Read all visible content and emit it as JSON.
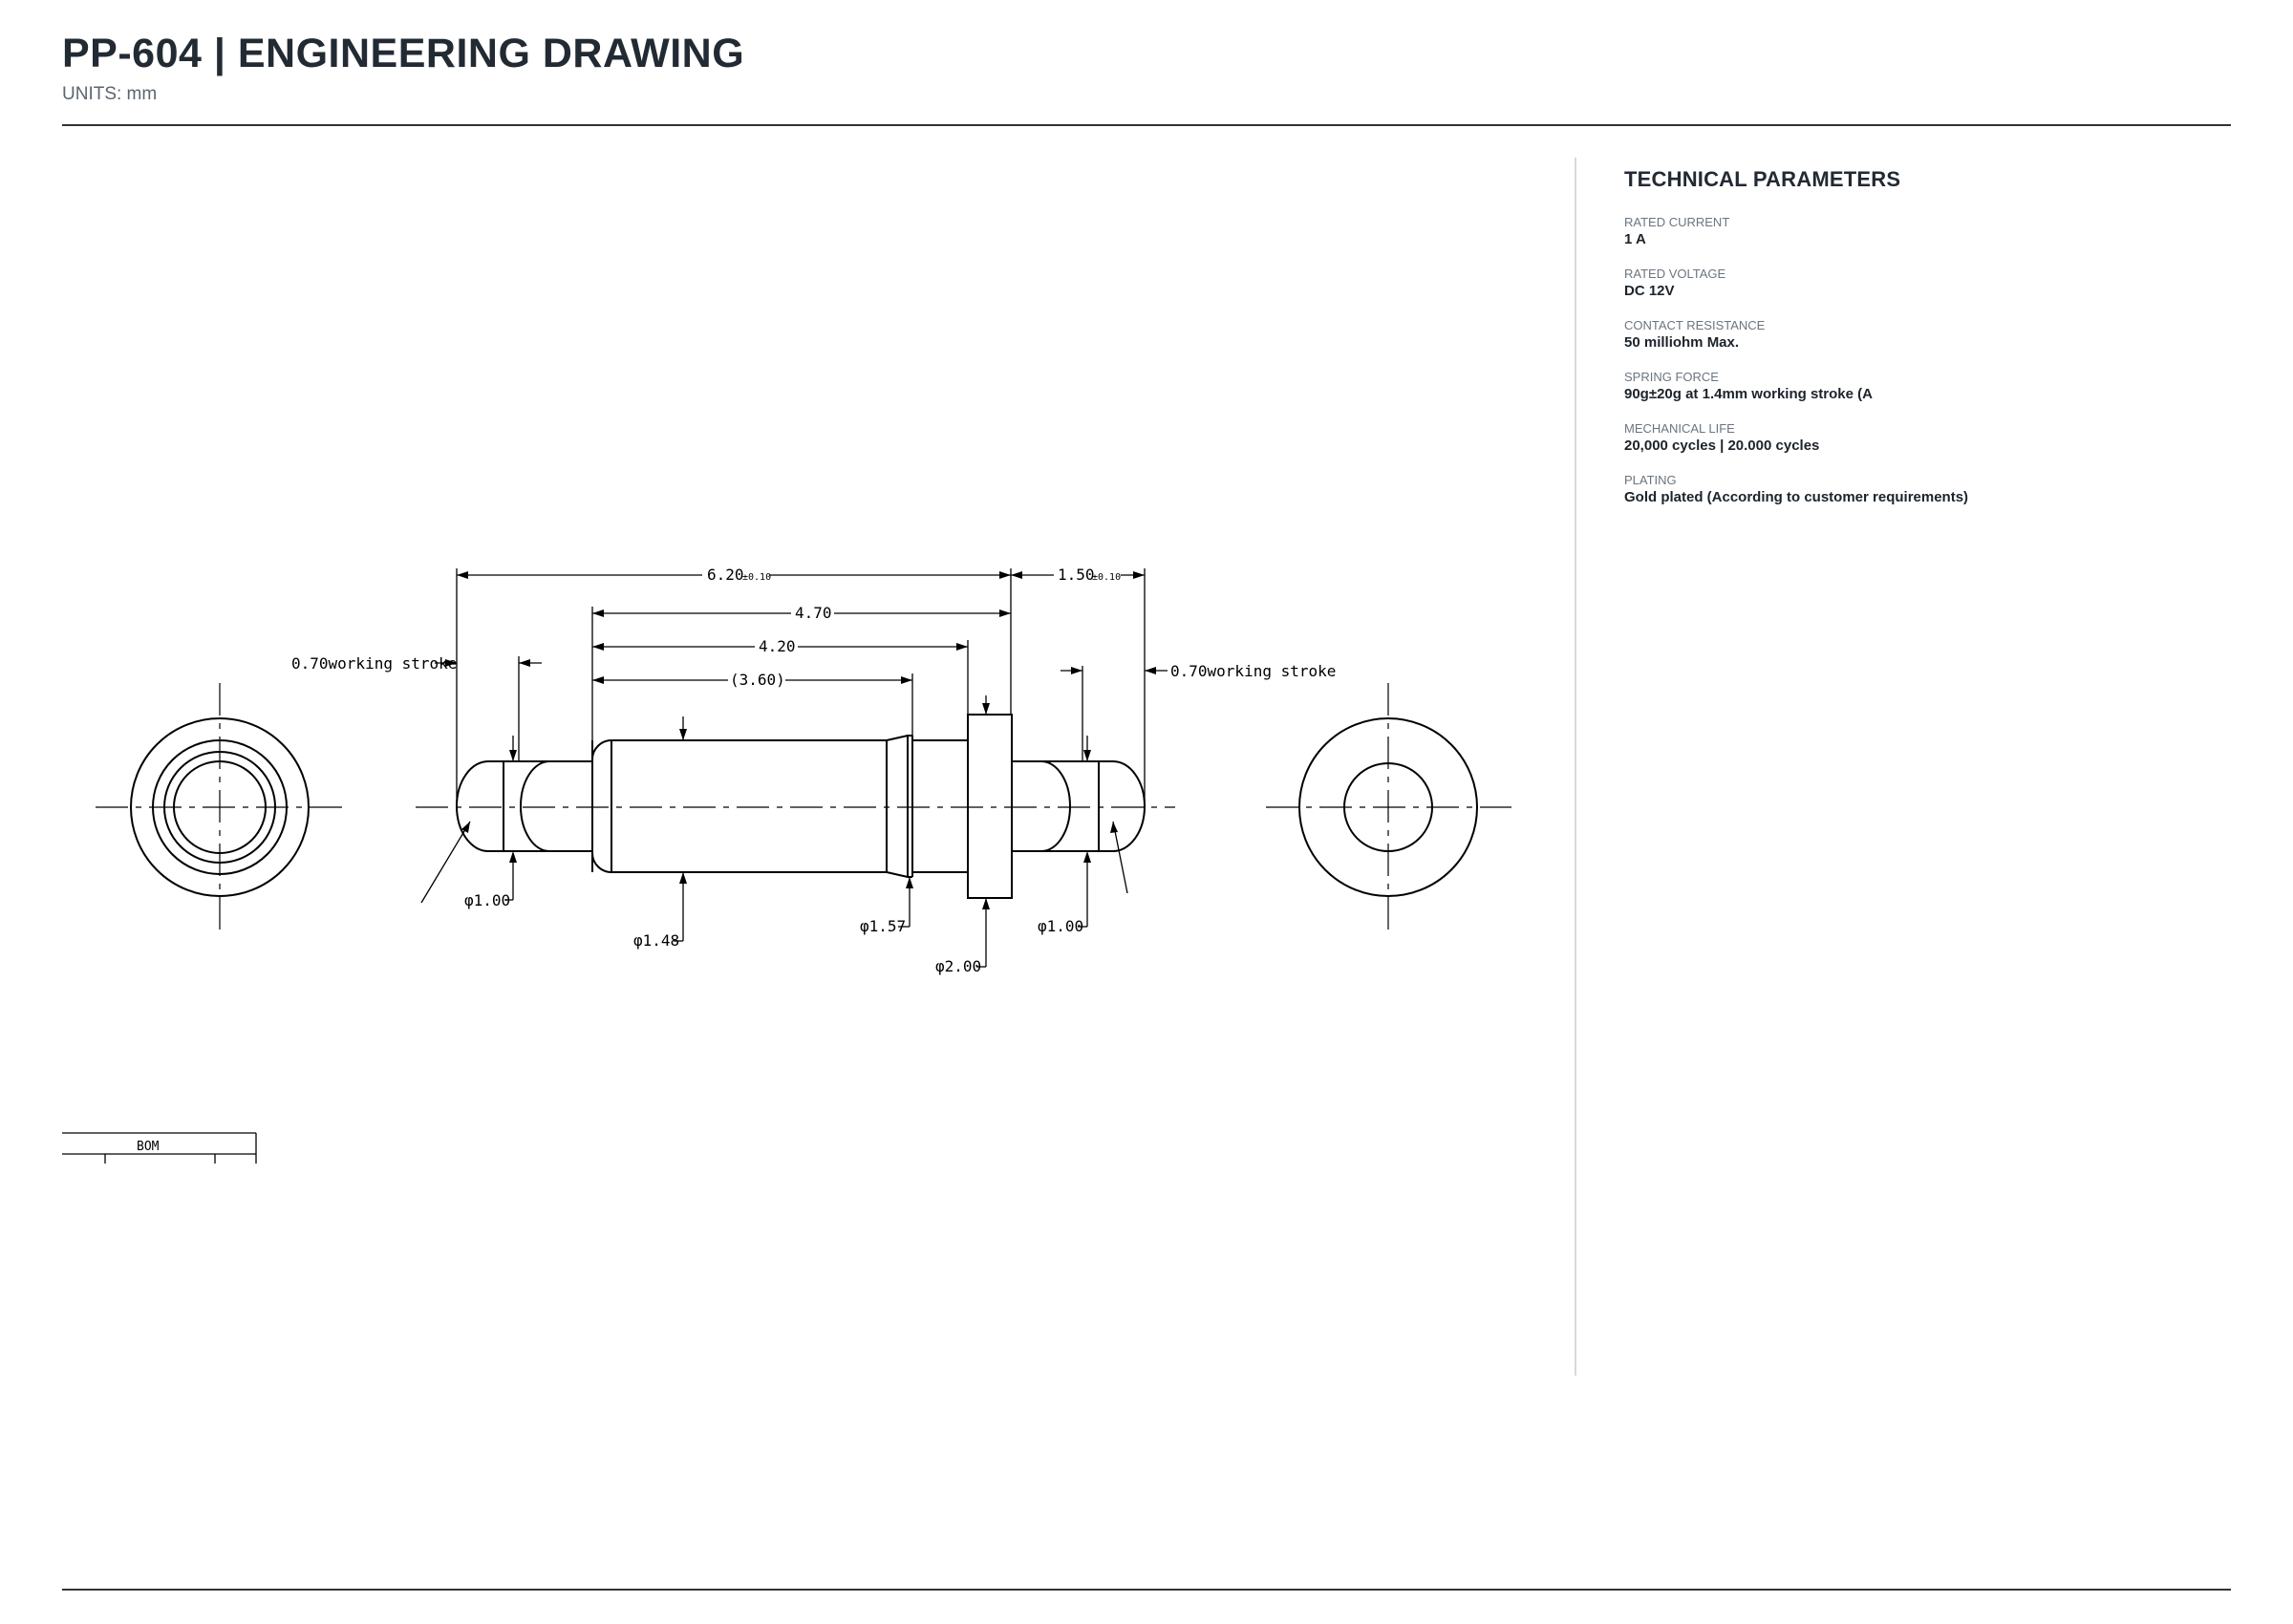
{
  "header": {
    "title": "PP-604  |  ENGINEERING DRAWING",
    "units": "UNITS: mm"
  },
  "parameters": {
    "title": "TECHNICAL PARAMETERS",
    "items": [
      {
        "label": "RATED CURRENT",
        "value": "1 A"
      },
      {
        "label": "RATED VOLTAGE",
        "value": "DC 12V"
      },
      {
        "label": "CONTACT RESISTANCE",
        "value": "50 milliohm Max."
      },
      {
        "label": "SPRING FORCE",
        "value": "90g±20g at 1.4mm working stroke (A"
      },
      {
        "label": "MECHANICAL LIFE",
        "value": "20,000 cycles | 20.000 cycles"
      },
      {
        "label": "PLATING",
        "value": "Gold plated (According to customer requirements)"
      }
    ]
  },
  "drawing": {
    "dim_overall": "6.20",
    "dim_overall_tol": "±0.10",
    "dim_tip": "1.50",
    "dim_tip_tol": "±0.10",
    "dim_470": "4.70",
    "dim_420": "4.20",
    "dim_360": "(3.60)",
    "stroke_left": "0.70working stroke",
    "stroke_right": "0.70working stroke",
    "dia_100_left": "φ1.00",
    "dia_148": "φ1.48",
    "dia_157": "φ1.57",
    "dia_200": "φ2.00",
    "dia_100_right": "φ1.00",
    "bom_title": "BOM"
  }
}
